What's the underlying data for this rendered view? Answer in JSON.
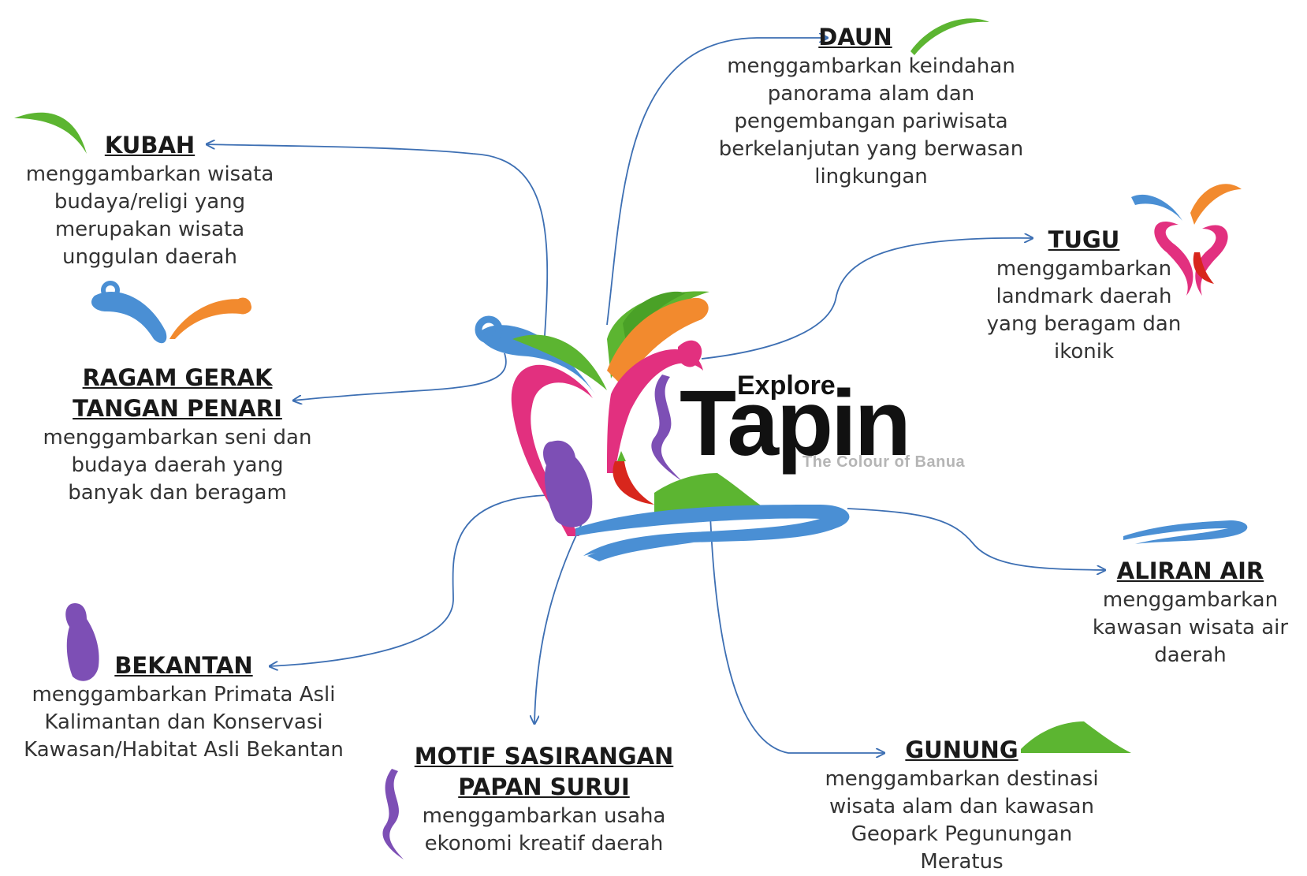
{
  "logo": {
    "explore": "Explore",
    "name": "Tapin",
    "tagline": "The Colour of Banua"
  },
  "colors": {
    "blue": "#4a8fd4",
    "orange": "#f28a2e",
    "green": "#5cb531",
    "pink": "#e2307f",
    "purple": "#7d4fb5",
    "red": "#d8261c",
    "arrow": "#3d6fb3"
  },
  "nodes": {
    "daun": {
      "title": "DAUN",
      "description": "menggambarkan keindahan\npanorama alam dan\npengembangan pariwisata\nberkelanjutan yang berwasan\nlingkungan",
      "icon": "leaf-icon"
    },
    "kubah": {
      "title": "KUBAH",
      "description": "menggambarkan wisata\nbudaya/religi yang\nmerupakan wisata\nunggulan daerah",
      "icon": "leaf-icon"
    },
    "tugu": {
      "title": "TUGU",
      "description": "menggambarkan\nlandmark daerah\nyang beragam dan\nikonik",
      "icon": "monument-icon"
    },
    "ragam": {
      "title": "RAGAM GERAK\nTANGAN PENARI",
      "description": "menggambarkan seni dan\nbudaya daerah yang\nbanyak dan beragam",
      "icon": "dancer-hands-icon"
    },
    "aliran": {
      "title": "ALIRAN AIR",
      "description": "menggambarkan\nkawasan wisata air\ndaerah",
      "icon": "water-wave-icon"
    },
    "bekantan": {
      "title": "BEKANTAN",
      "description": "menggambarkan Primata Asli\nKalimantan dan Konservasi\nKawasan/Habitat Asli Bekantan",
      "icon": "proboscis-monkey-icon"
    },
    "motif": {
      "title": "MOTIF SASIRANGAN\nPAPAN SURUI",
      "description": "menggambarkan usaha\nekonomi kreatif daerah",
      "icon": "sasirangan-motif-icon"
    },
    "gunung": {
      "title": "GUNUNG",
      "description": "menggambarkan destinasi\nwisata alam dan kawasan\nGeopark Pegunungan\nMeratus",
      "icon": "mountain-icon"
    }
  }
}
